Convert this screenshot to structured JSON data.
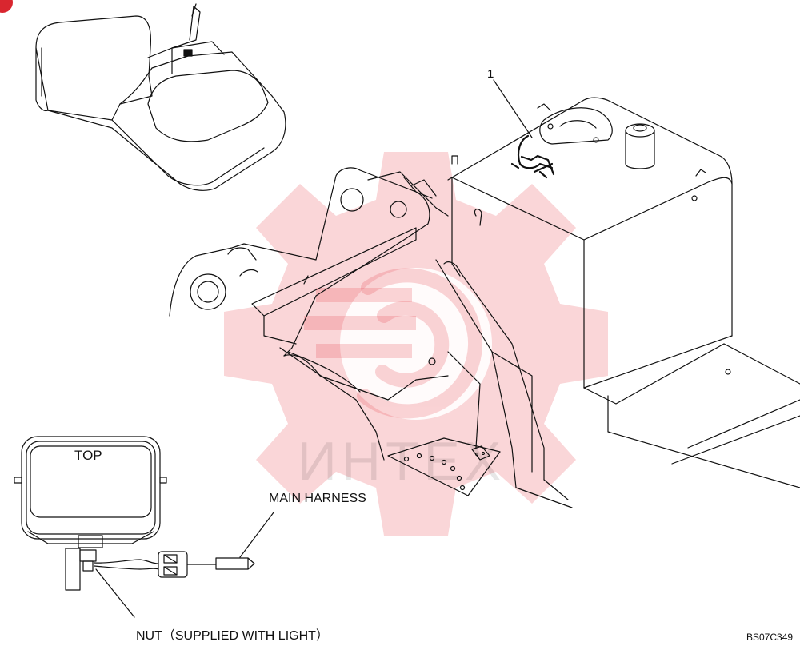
{
  "labels": {
    "callout": "1",
    "top": "TOP",
    "main_harness": "MAIN HARNESS",
    "nut": "NUT（SUPPLIED WITH LIGHT）",
    "code": "BS07C349"
  },
  "watermark": {
    "text": "ИНТЕХ",
    "icon": "gear-logo-icon",
    "color": "#e8434f"
  },
  "colors": {
    "line": "#111111",
    "corner_mark": "#d9262f"
  }
}
